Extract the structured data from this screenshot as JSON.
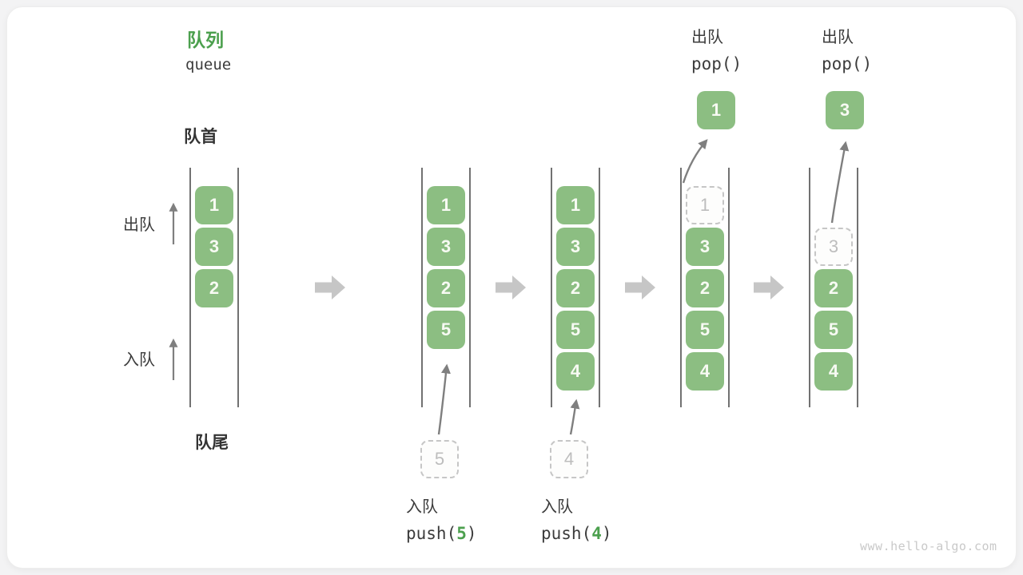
{
  "header": {
    "title_zh": "队列",
    "title_en": "queue"
  },
  "labels": {
    "front": "队首",
    "rear": "队尾",
    "dequeue_side": "出队",
    "enqueue_side": "入队"
  },
  "push_ops": [
    {
      "label_zh": "入队",
      "fn_open": "push(",
      "arg": "5",
      "fn_close": ")"
    },
    {
      "label_zh": "入队",
      "fn_open": "push(",
      "arg": "4",
      "fn_close": ")"
    }
  ],
  "pop_ops": [
    {
      "label_zh": "出队",
      "fn": "pop()"
    },
    {
      "label_zh": "出队",
      "fn": "pop()"
    }
  ],
  "states": [
    {
      "boxes": [
        {
          "value": "1",
          "slot": 1
        },
        {
          "value": "3",
          "slot": 2
        },
        {
          "value": "2",
          "slot": 3
        }
      ]
    },
    {
      "boxes": [
        {
          "value": "1",
          "slot": 1
        },
        {
          "value": "3",
          "slot": 2
        },
        {
          "value": "2",
          "slot": 3
        },
        {
          "value": "5",
          "slot": 4
        }
      ],
      "staged": {
        "value": "5"
      }
    },
    {
      "boxes": [
        {
          "value": "1",
          "slot": 1
        },
        {
          "value": "3",
          "slot": 2
        },
        {
          "value": "2",
          "slot": 3
        },
        {
          "value": "5",
          "slot": 4
        },
        {
          "value": "4",
          "slot": 5
        }
      ],
      "staged": {
        "value": "4"
      }
    },
    {
      "ghost": {
        "value": "1",
        "slot": 1
      },
      "boxes": [
        {
          "value": "3",
          "slot": 2
        },
        {
          "value": "2",
          "slot": 3
        },
        {
          "value": "5",
          "slot": 4
        },
        {
          "value": "4",
          "slot": 5
        }
      ],
      "popped": {
        "value": "1"
      }
    },
    {
      "ghost": {
        "value": "3",
        "slot": 2
      },
      "boxes": [
        {
          "value": "2",
          "slot": 3
        },
        {
          "value": "5",
          "slot": 4
        },
        {
          "value": "4",
          "slot": 5
        }
      ],
      "popped": {
        "value": "3"
      }
    }
  ],
  "watermark": "www.hello-algo.com",
  "colors": {
    "accent_green": "#4CA04E",
    "box_green": "#8CBE82",
    "box_text": "#F7FAF3",
    "container_line": "#4E4E4E",
    "arrow_gray": "#7F7F7F",
    "block_arrow_gray": "#C6C6C6",
    "ghost_border": "#C6C6C6",
    "ghost_text": "#BDBDBD",
    "label_dark": "#3C3C3C",
    "watermark_gray": "#C9C9C9"
  }
}
